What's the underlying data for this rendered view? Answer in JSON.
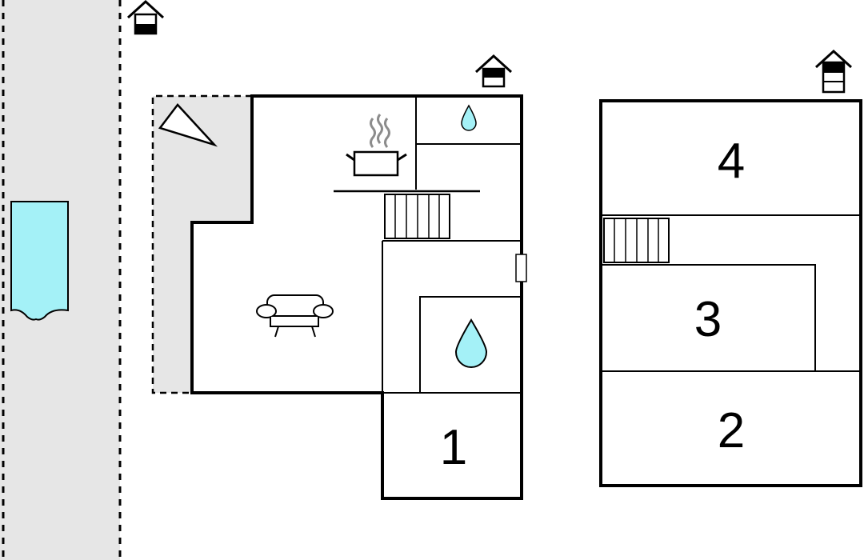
{
  "colors": {
    "wall": "#000000",
    "outdoor_area": "#e6e6e6",
    "water": "#a4f1f7",
    "background": "#ffffff",
    "dashed_line": "#000000"
  },
  "rooms": {
    "room_1": "1",
    "room_2": "2",
    "room_3": "3",
    "room_4": "4"
  },
  "icons": [
    "floor-level-ground-icon",
    "floor-level-ground-icon",
    "floor-level-upper-icon",
    "garden-sign-icon",
    "kitchen-pot-icon",
    "sofa-icon",
    "water-drop-icon",
    "bathroom-water-drop-icon",
    "stairs-icon",
    "pool-icon"
  ]
}
